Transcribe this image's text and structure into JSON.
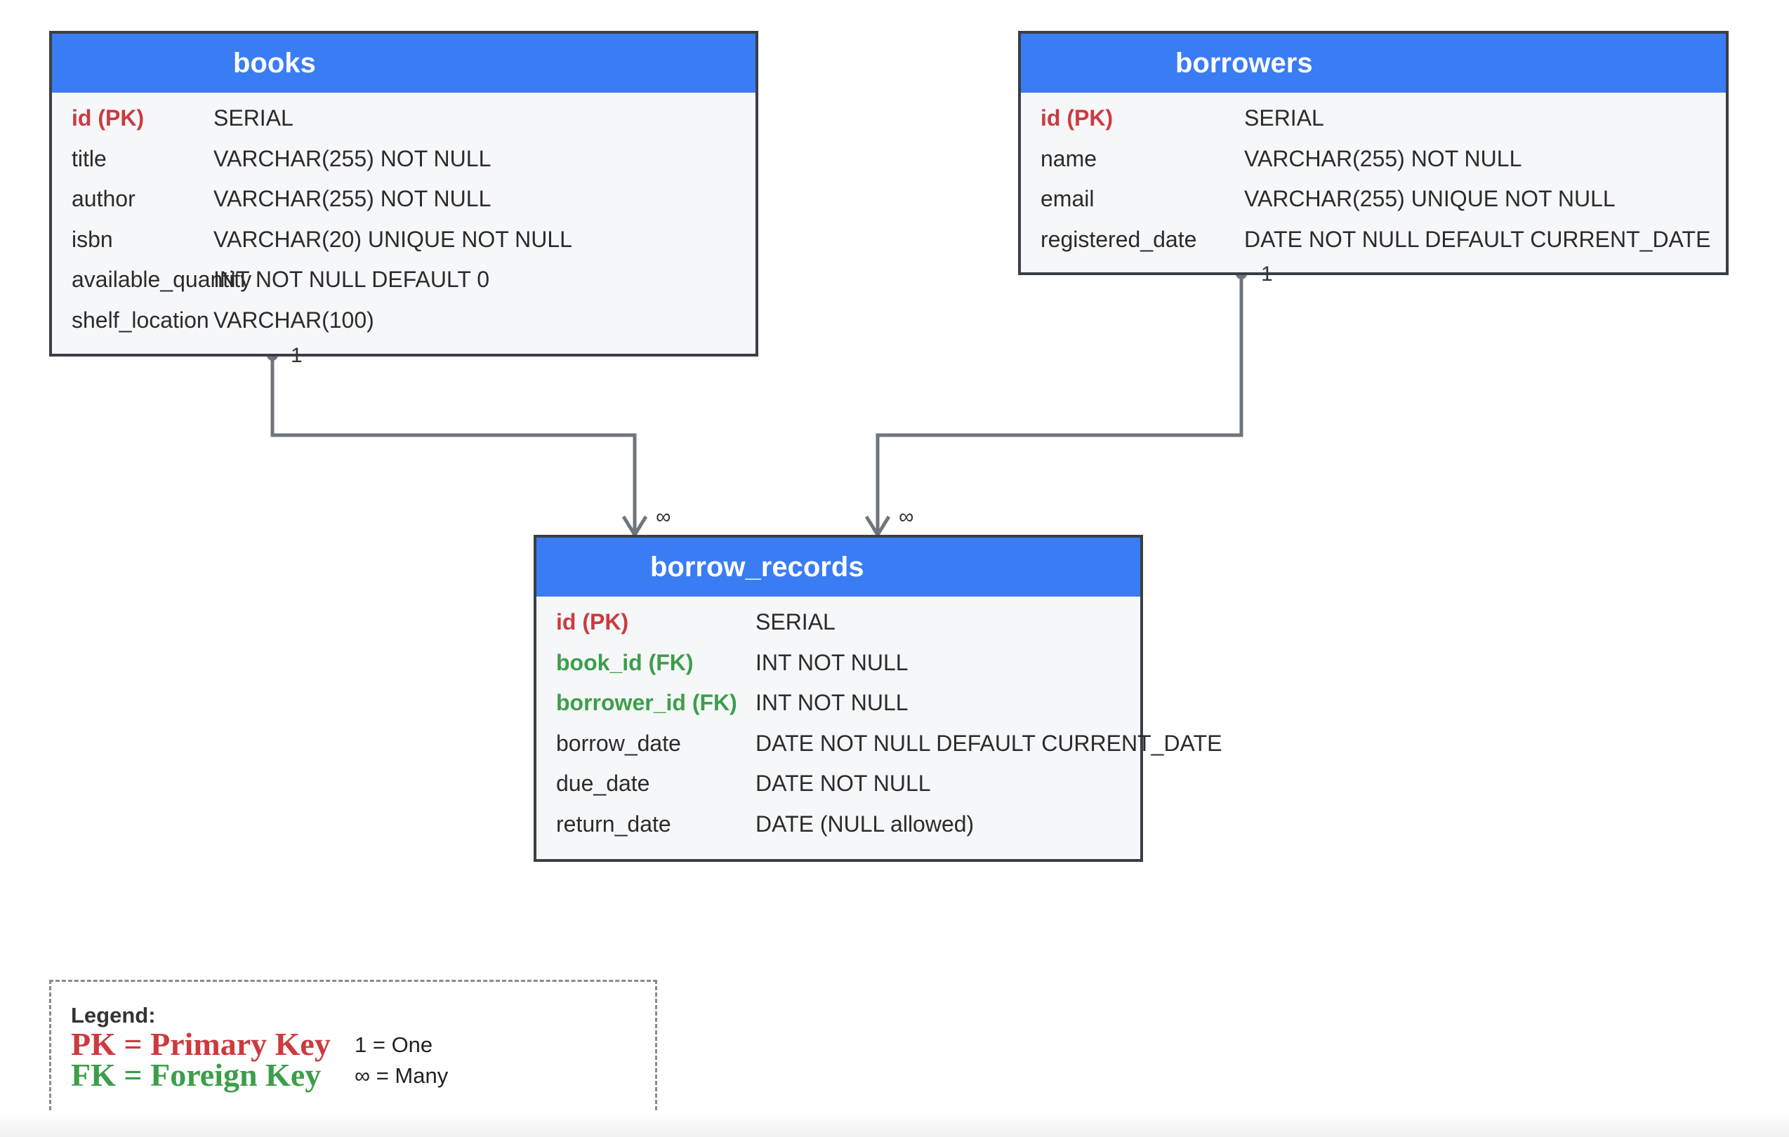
{
  "tables": {
    "books": {
      "title": "books",
      "rows": [
        {
          "name": "id (PK)",
          "type": "SERIAL",
          "kind": "pk"
        },
        {
          "name": "title",
          "type": "VARCHAR(255) NOT NULL",
          "kind": ""
        },
        {
          "name": "author",
          "type": "VARCHAR(255) NOT NULL",
          "kind": ""
        },
        {
          "name": "isbn",
          "type": "VARCHAR(20) UNIQUE NOT NULL",
          "kind": ""
        },
        {
          "name": "available_quantity",
          "type": "INT NOT NULL DEFAULT 0",
          "kind": ""
        },
        {
          "name": "shelf_location",
          "type": "VARCHAR(100)",
          "kind": ""
        }
      ]
    },
    "borrowers": {
      "title": "borrowers",
      "rows": [
        {
          "name": "id (PK)",
          "type": "SERIAL",
          "kind": "pk"
        },
        {
          "name": "name",
          "type": "VARCHAR(255) NOT NULL",
          "kind": ""
        },
        {
          "name": "email",
          "type": "VARCHAR(255) UNIQUE NOT NULL",
          "kind": ""
        },
        {
          "name": "registered_date",
          "type": "DATE NOT NULL DEFAULT CURRENT_DATE",
          "kind": ""
        }
      ]
    },
    "borrow_records": {
      "title": "borrow_records",
      "rows": [
        {
          "name": "id (PK)",
          "type": "SERIAL",
          "kind": "pk"
        },
        {
          "name": "book_id (FK)",
          "type": "INT NOT NULL",
          "kind": "fk"
        },
        {
          "name": "borrower_id (FK)",
          "type": "INT NOT NULL",
          "kind": "fk"
        },
        {
          "name": "borrow_date",
          "type": "DATE NOT NULL DEFAULT CURRENT_DATE",
          "kind": ""
        },
        {
          "name": "due_date",
          "type": "DATE NOT NULL",
          "kind": ""
        },
        {
          "name": "return_date",
          "type": "DATE (NULL allowed)",
          "kind": ""
        }
      ]
    }
  },
  "relationships": [
    {
      "from": "books",
      "to": "borrow_records",
      "from_card": "1",
      "to_card": "∞"
    },
    {
      "from": "borrowers",
      "to": "borrow_records",
      "from_card": "1",
      "to_card": "∞"
    }
  ],
  "legend": {
    "title": "Legend:",
    "pk": "PK = Primary Key",
    "fk": "FK = Foreign Key",
    "one": "1 = One",
    "many": "∞ = Many"
  },
  "colors": {
    "header": "#3a7cf3",
    "pk": "#cc3a3f",
    "fk": "#3c9e4a",
    "connector": "#6f757c"
  }
}
